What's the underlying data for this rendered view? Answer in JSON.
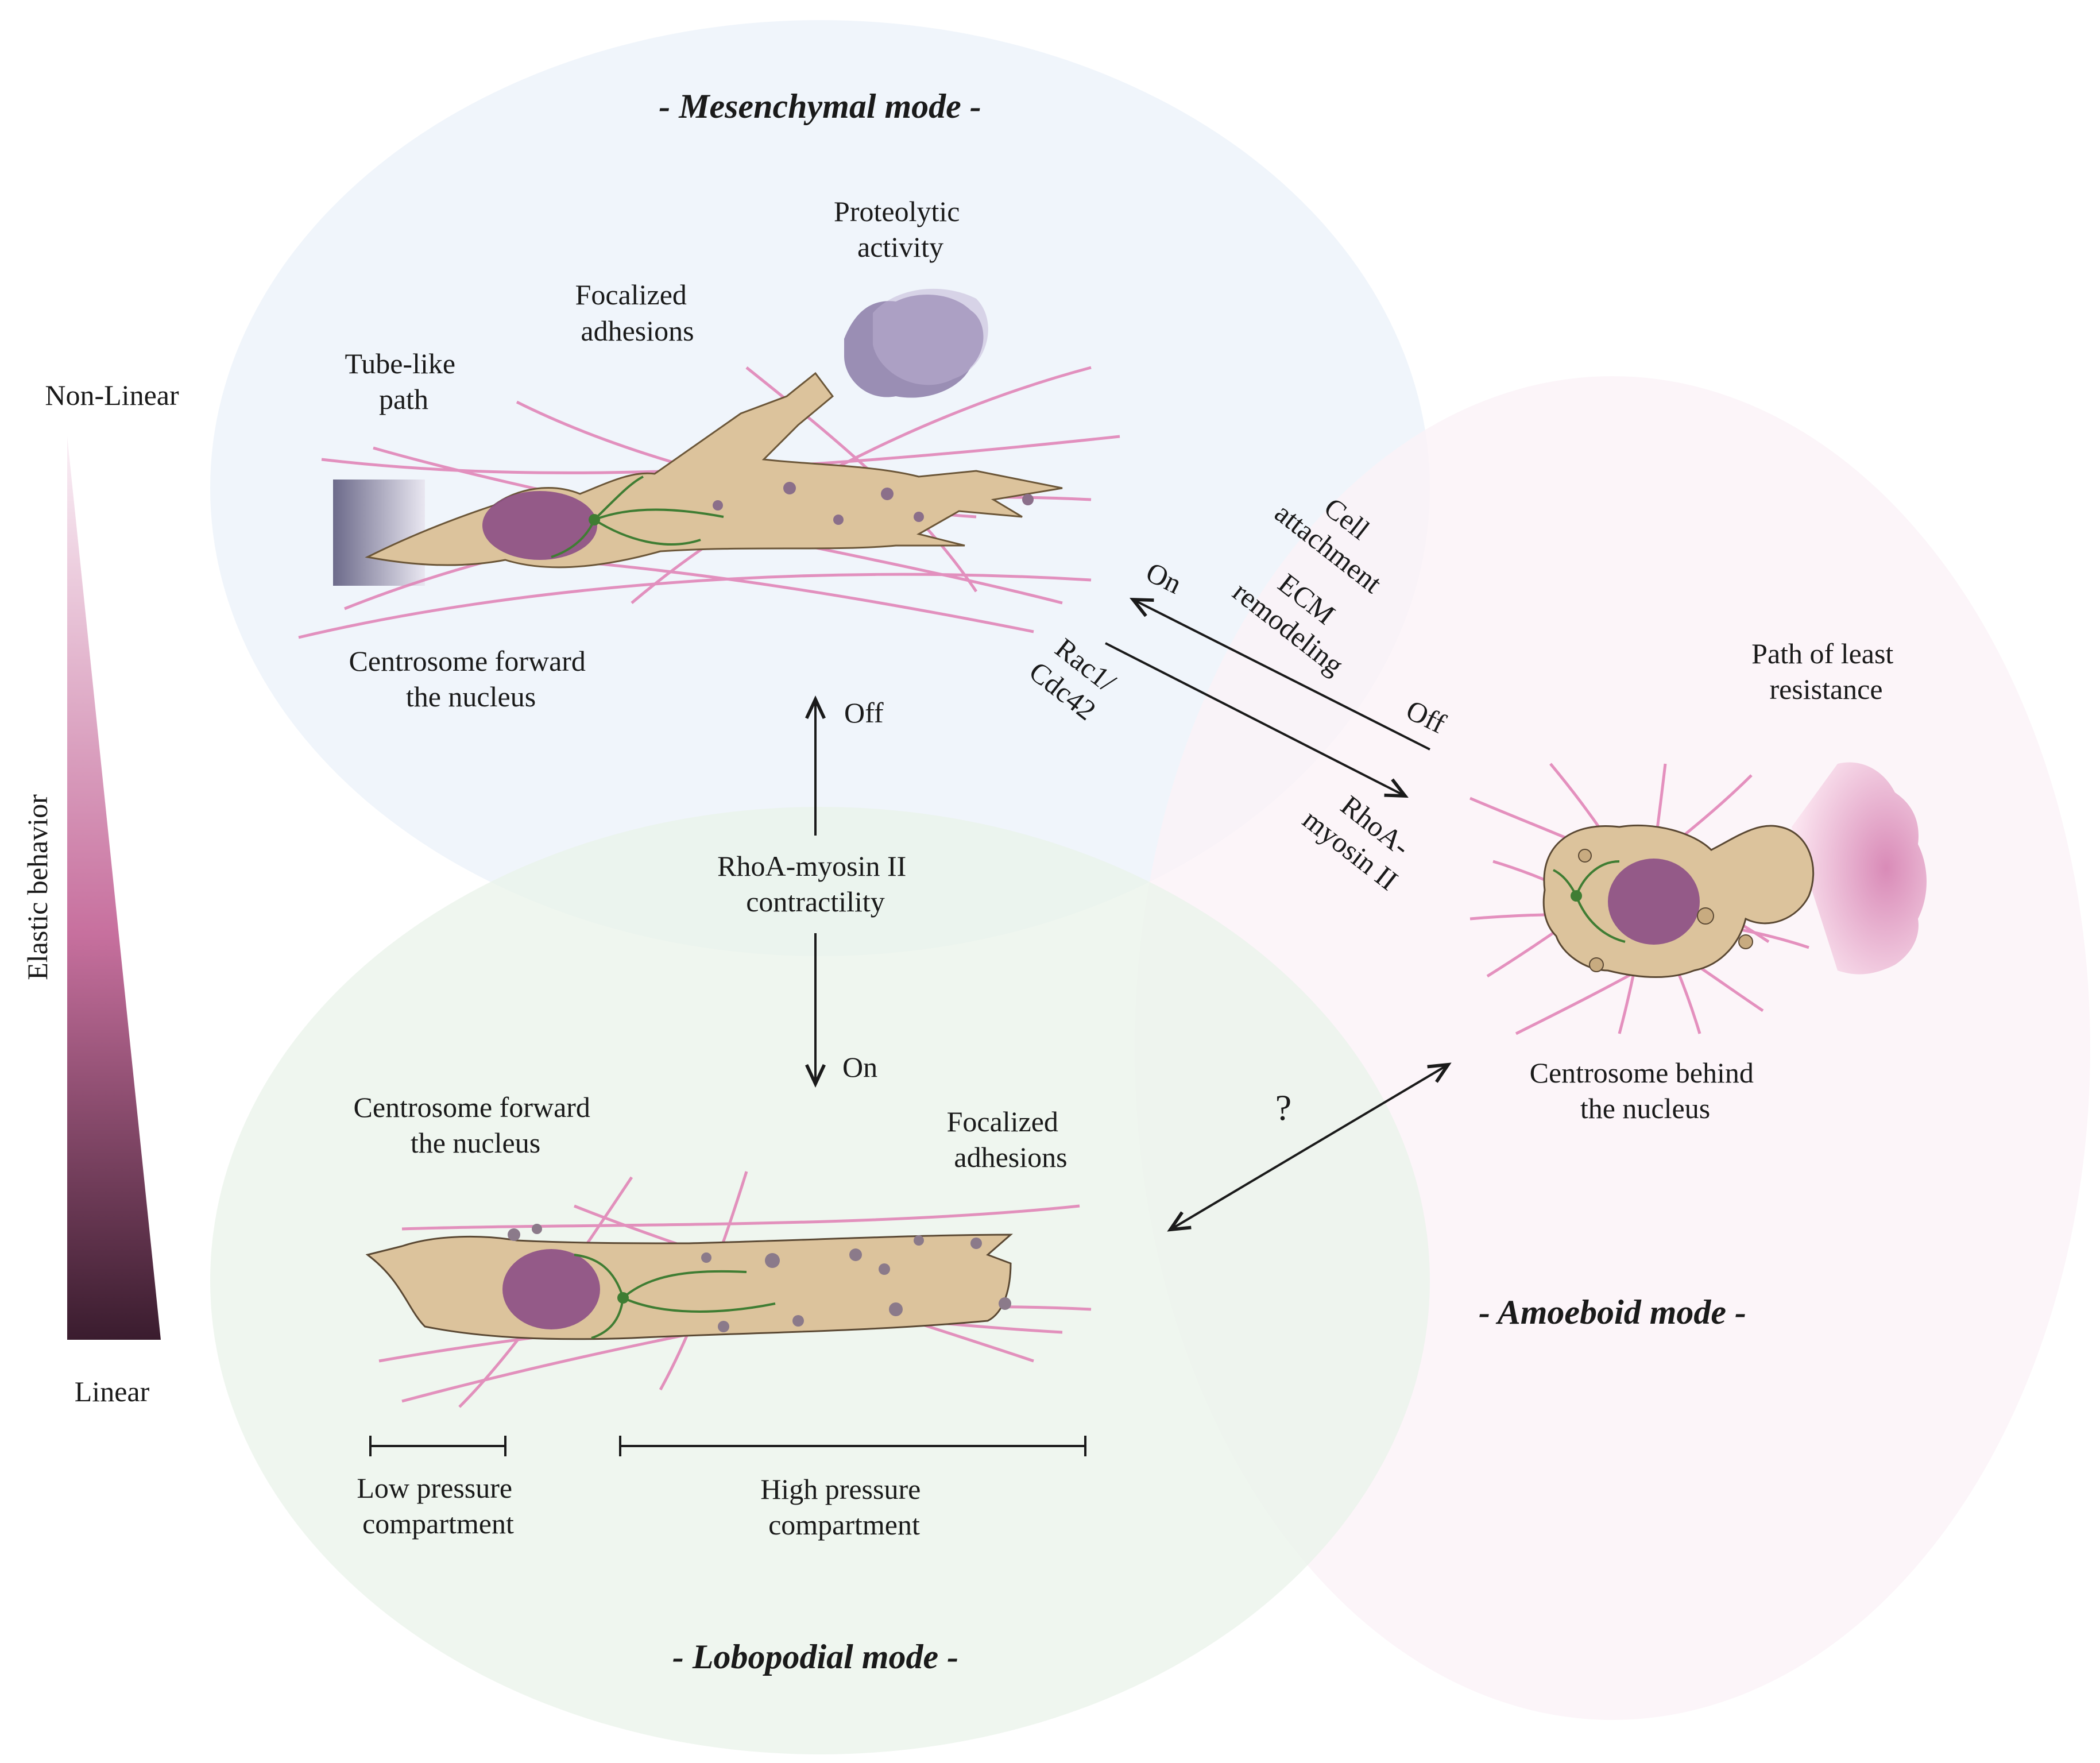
{
  "colors": {
    "on": "#1f8a2e",
    "off": "#e0201b",
    "mesenchymal_bg": "#eef4fb",
    "lobopodial_bg": "#eaf3ea",
    "amoeboid_bg": "#fbf2f7",
    "fiber": "#e07fb4",
    "cell_body": "#dcc39c",
    "nucleus": "#8c4f86",
    "centrosome": "#3f7d33",
    "gradient_top": "#faf0f6",
    "gradient_mid": "#c7709e",
    "gradient_bottom": "#3a1c2e"
  },
  "modes": {
    "mesenchymal": "- Mesenchymal mode -",
    "lobopodial": "- Lobopodial mode -",
    "amoeboid": "- Amoeboid mode -"
  },
  "scale": {
    "top": "Non-Linear",
    "bottom": "Linear",
    "axis": "Elastic behavior"
  },
  "mesenchymal": {
    "proteolytic": [
      "Proteolytic",
      "activity"
    ],
    "focalized": [
      "Focalized",
      "adhesions"
    ],
    "tube": [
      "Tube-like",
      "path"
    ],
    "centrosome": [
      "Centrosome forward",
      "the nucleus"
    ]
  },
  "lobopodial": {
    "centrosome": [
      "Centrosome forward",
      "the nucleus"
    ],
    "focalized": [
      "Focalized",
      "adhesions"
    ],
    "low_pressure": [
      "Low pressure",
      "compartment"
    ],
    "high_pressure": [
      "High pressure",
      "compartment"
    ]
  },
  "amoeboid": {
    "path": [
      "Path of least",
      "resistance"
    ],
    "centrosome": [
      "Centrosome behind",
      "the nucleus"
    ]
  },
  "transitions": {
    "vertical_off": "Off",
    "vertical_on": "On",
    "rhoa_contractility": [
      "RhoA-myosin II",
      "contractility"
    ],
    "diag_on": "On",
    "diag_off": "Off",
    "cell_attachment": [
      "Cell",
      "attachment"
    ],
    "ecm_remodeling": [
      "ECM",
      "remodeling"
    ],
    "rac1": [
      "Rac1/",
      "Cdc42"
    ],
    "rhoa_myosin": [
      "RhoA-",
      "myosin II"
    ],
    "question": "?"
  }
}
